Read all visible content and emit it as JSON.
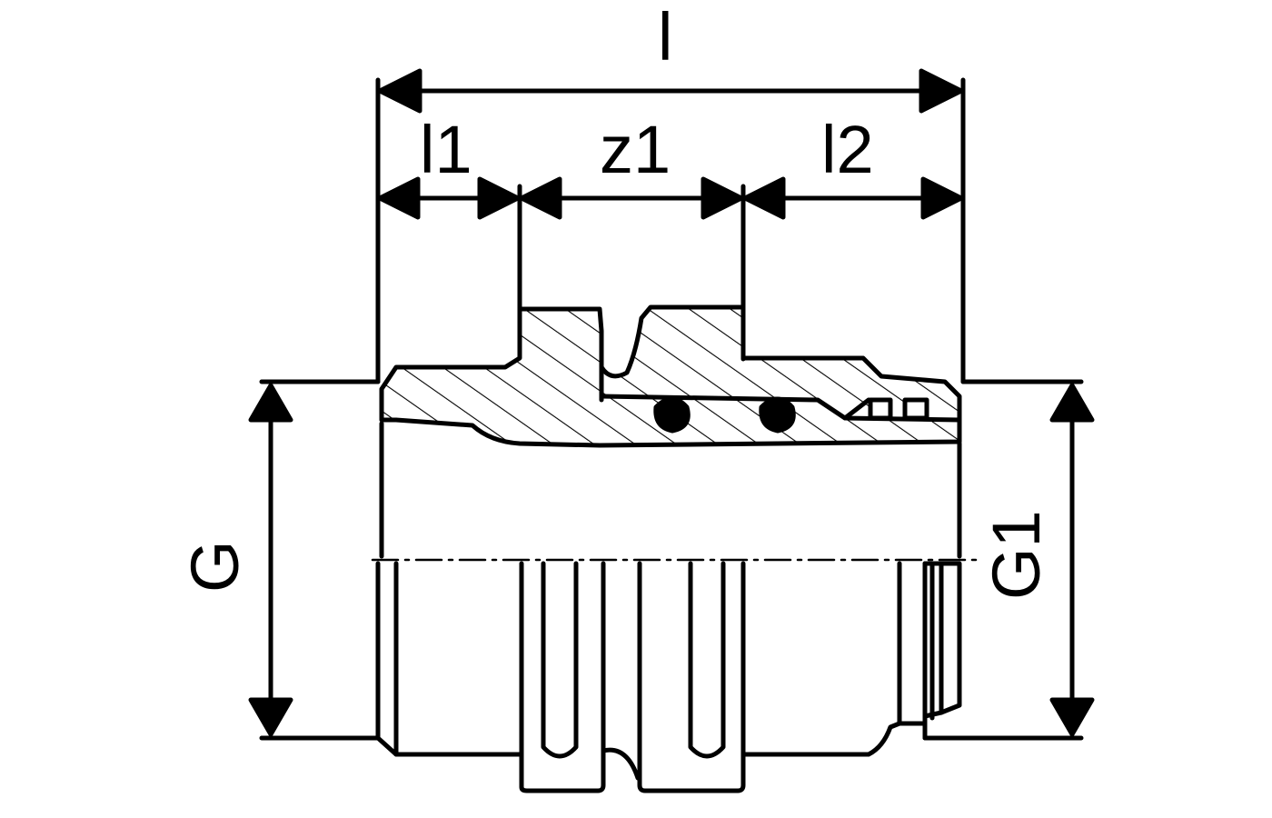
{
  "labels": {
    "overall_length": "l",
    "length_1": "l1",
    "length_z": "z1",
    "length_2": "l2",
    "thread_left": "G",
    "thread_right": "G1"
  },
  "colors": {
    "line": "#000000",
    "background": "#ffffff"
  }
}
